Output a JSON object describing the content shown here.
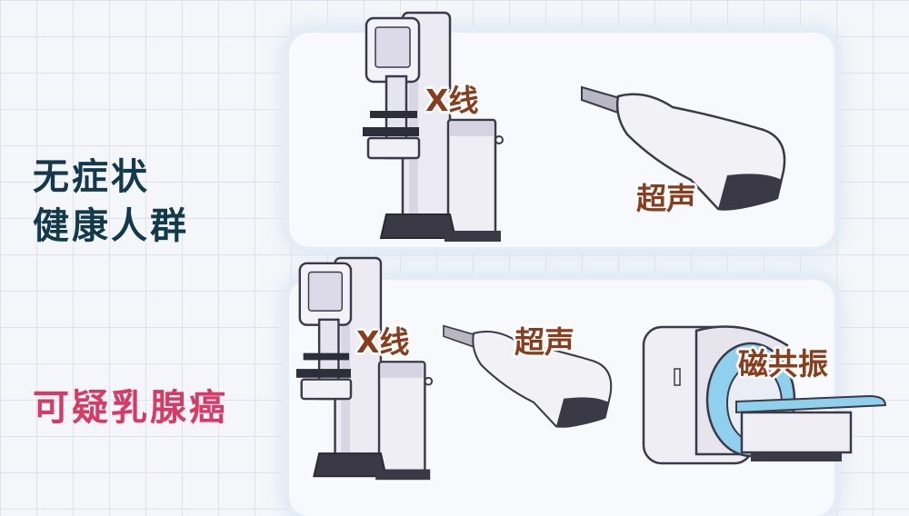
{
  "groups": {
    "healthy": {
      "line1": "无症状",
      "line2": "健康人群"
    },
    "suspected": {
      "label": "可疑乳腺癌"
    }
  },
  "top_panel": {
    "xray_label": "X线",
    "ultrasound_label": "超声"
  },
  "bottom_panel": {
    "xray_label": "X线",
    "ultrasound_label": "超声",
    "mri_label": "磁共振"
  },
  "colors": {
    "healthy_text": "#123a4c",
    "suspected_text": "#d83a66",
    "tag_text": "#8a3d1c",
    "mri_accent": "#8fd0ec"
  }
}
